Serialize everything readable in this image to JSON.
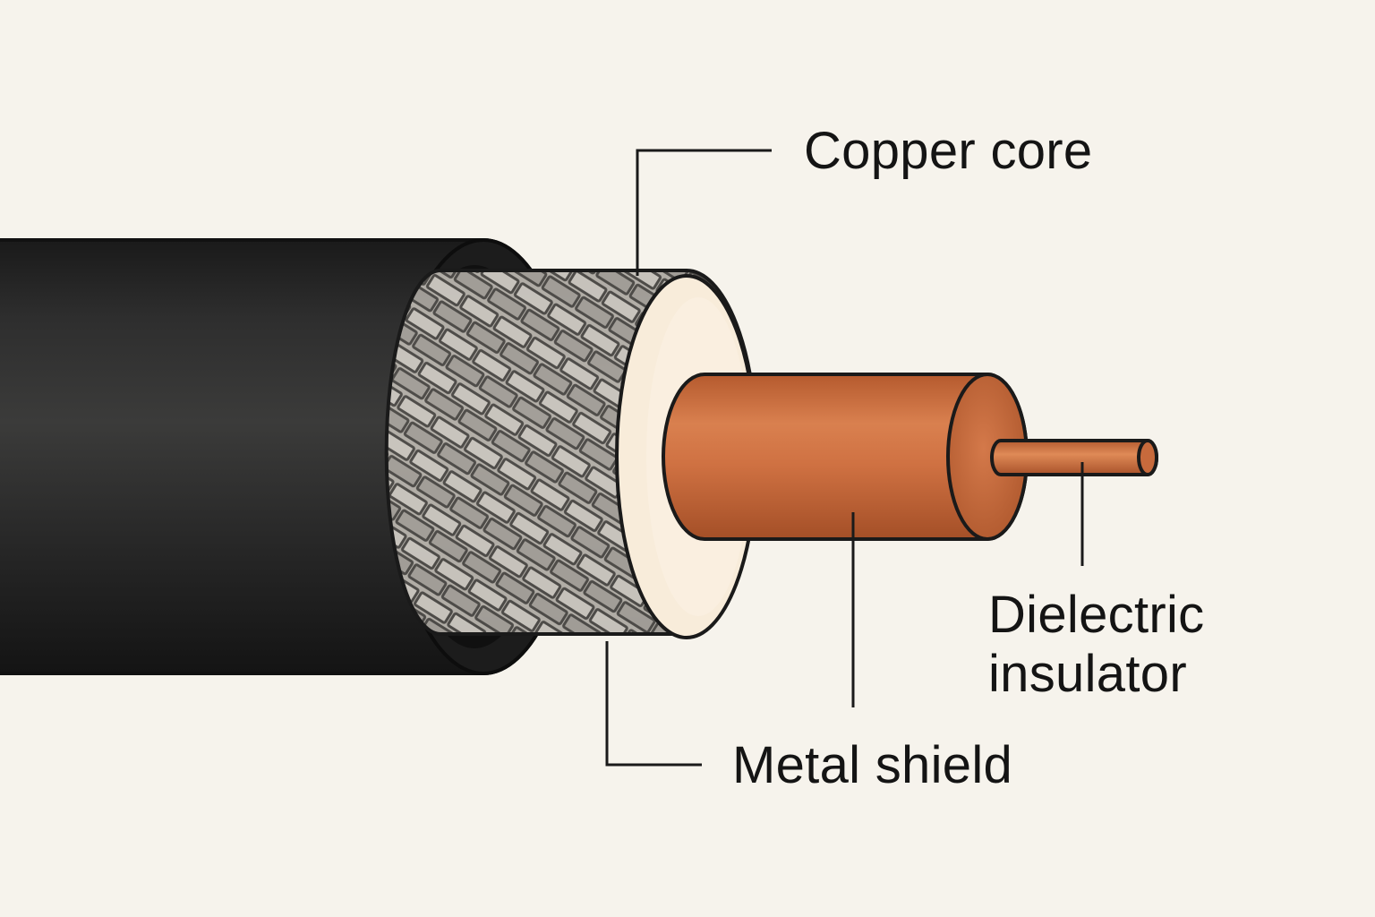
{
  "labels": {
    "copper_core": "Copper core",
    "metal_shield": "Metal shield",
    "dielectric_line1": "Dielectric",
    "dielectric_line2": "insulator"
  },
  "colors": {
    "background": "#f6f3ec",
    "jacket": "#252525",
    "braid": "#a7a39d",
    "dielectric": "#f7ead8",
    "copper": "#c9693c",
    "outline": "#151515"
  }
}
